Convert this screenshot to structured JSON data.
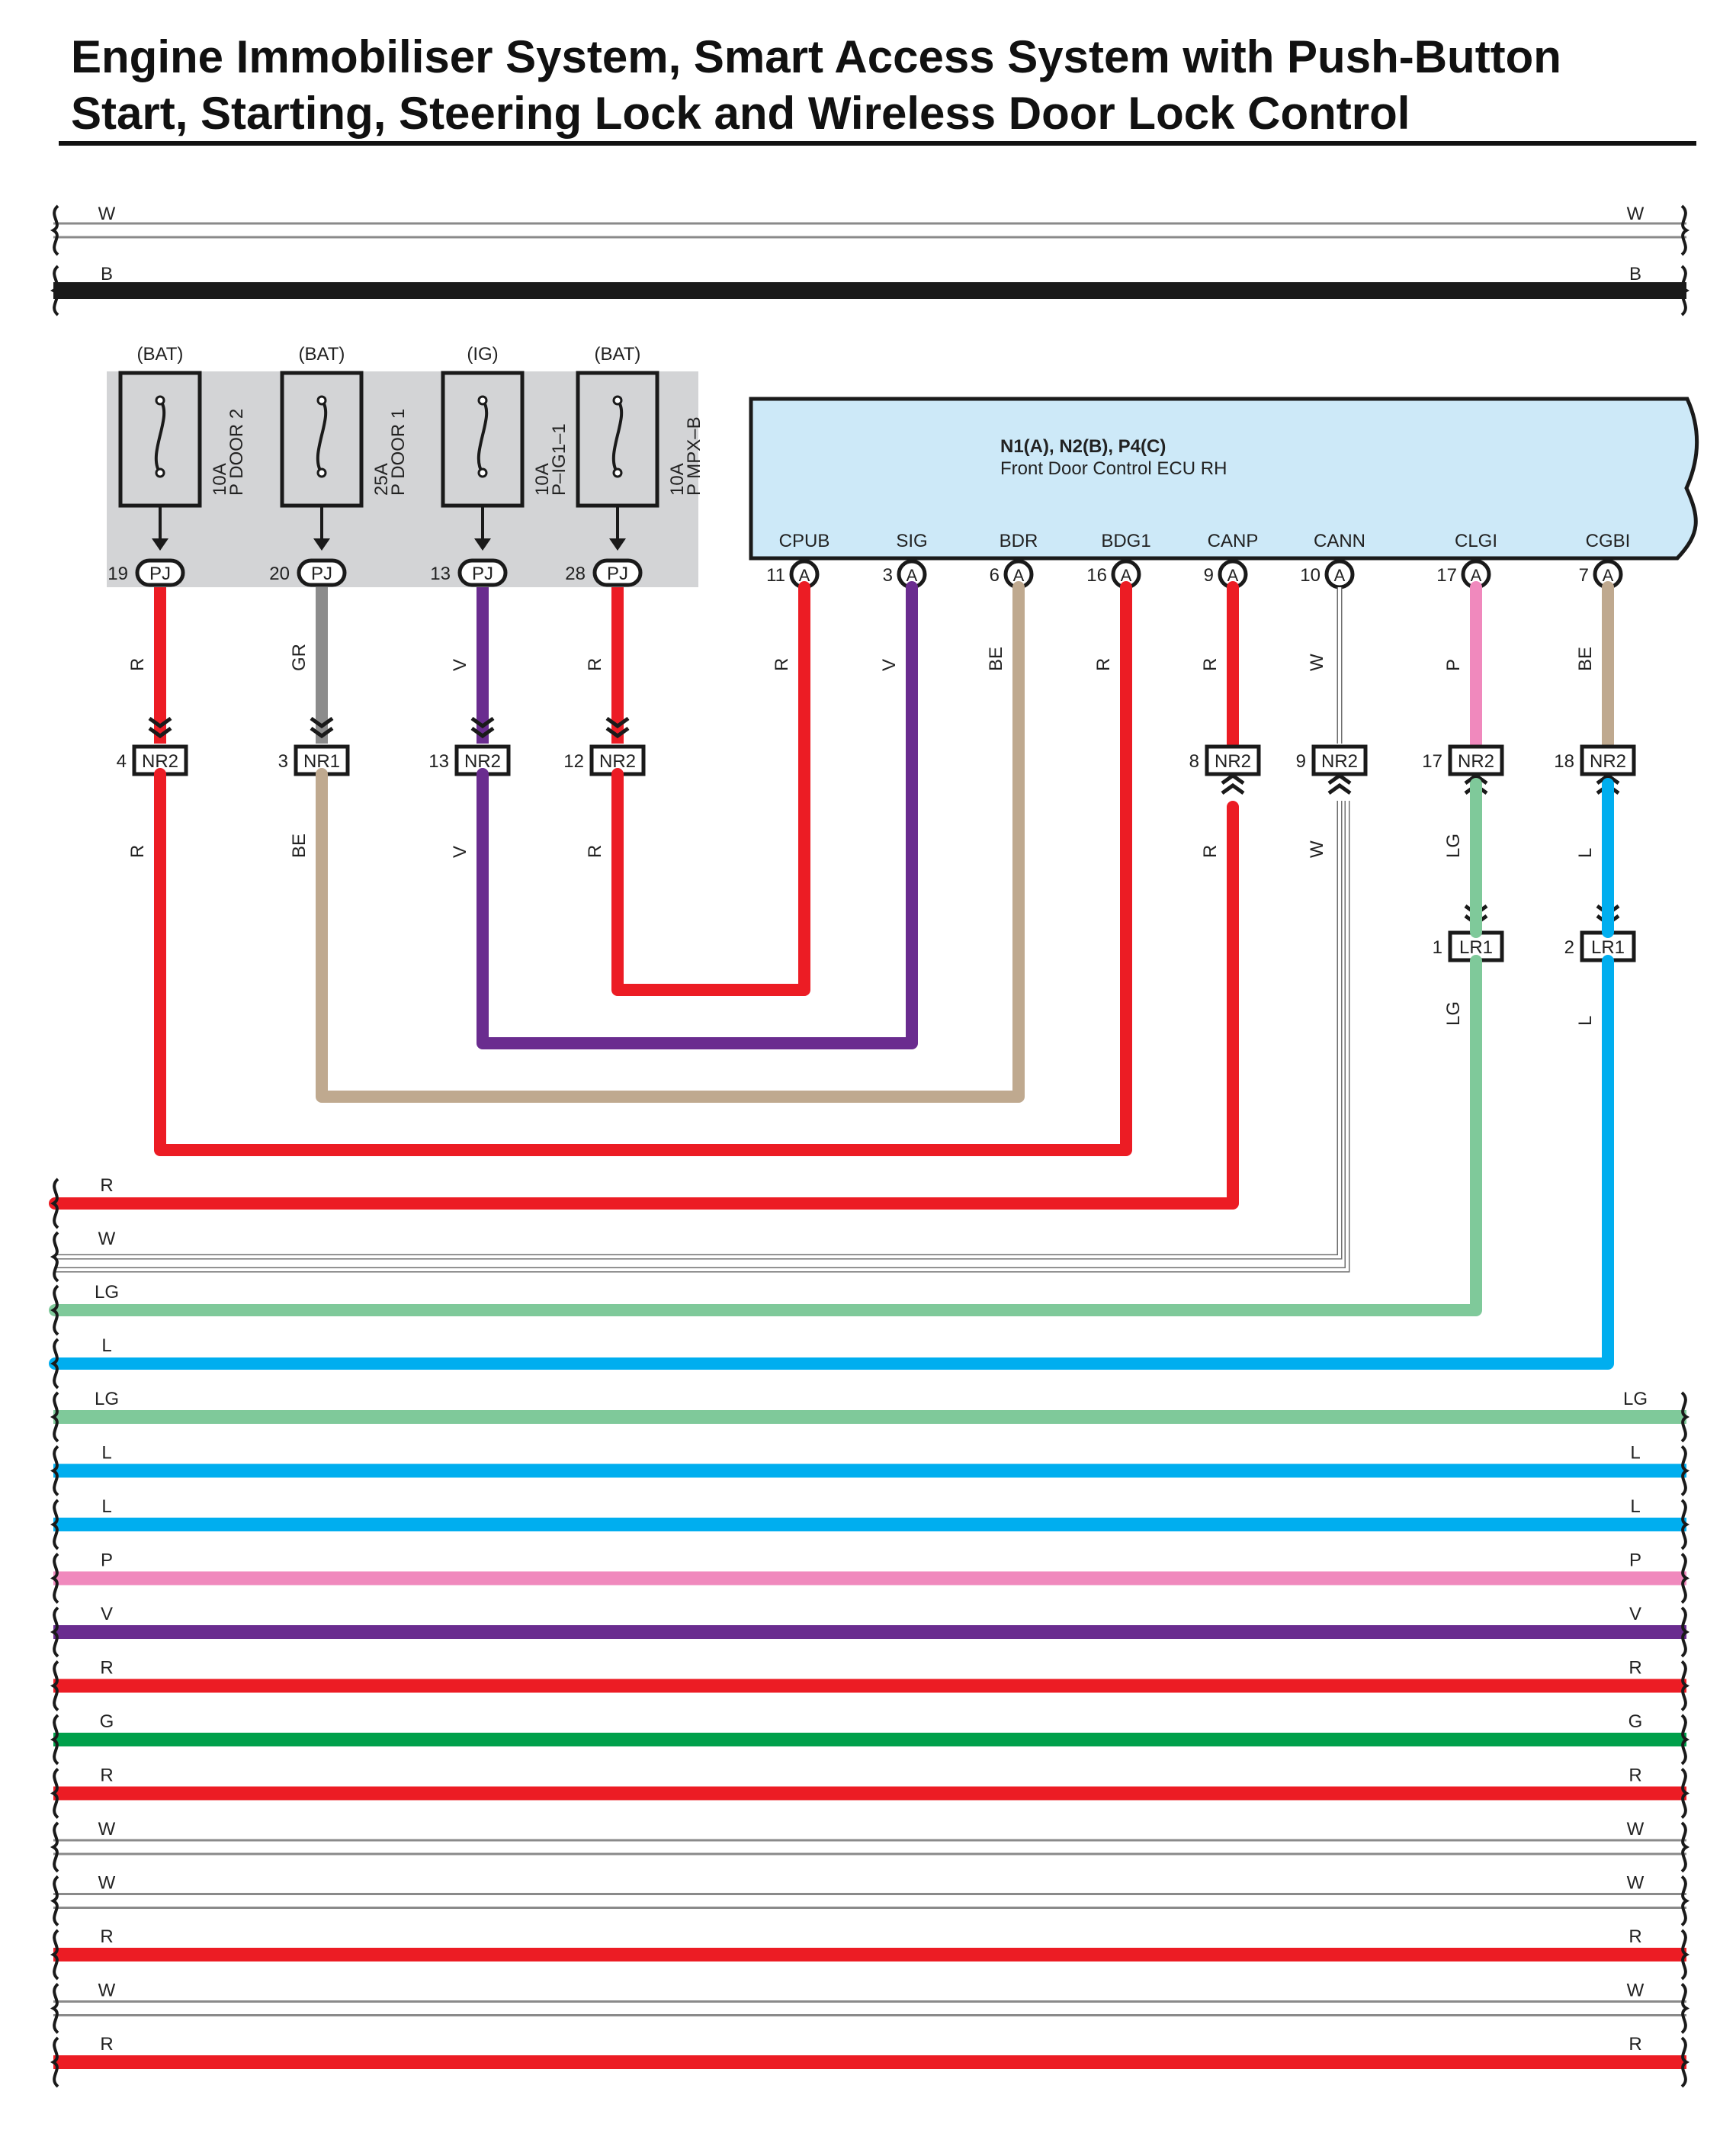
{
  "title": {
    "line1": "Engine Immobiliser System, Smart Access System with Push-Button",
    "line2": "Start, Starting, Steering Lock and Wireless Door Lock Control"
  },
  "colors": {
    "R": "#ec1c24",
    "W": "#ffffff",
    "B": "#1a1a1a",
    "GR": "#8c8c8c",
    "V": "#6a2c8f",
    "BE": "#bfa98f",
    "P": "#f089bd",
    "LG": "#7fc99a",
    "L": "#00aeef",
    "G": "#00a04b",
    "ecu_fill": "#cde9f8",
    "fuse_box_fill": "#d3d4d6"
  },
  "top_buses": [
    {
      "label": "W",
      "color": "W"
    },
    {
      "label": "B",
      "color": "B"
    }
  ],
  "fuses": [
    {
      "source": "(BAT)",
      "rating": "10A",
      "name": "P DOOR 2",
      "pin": "19",
      "connector": "PJ",
      "wire_upper": "R",
      "color": "R",
      "inline_pin": "4",
      "inline_connector": "NR2",
      "wire_lower": "R",
      "lower_color": "R"
    },
    {
      "source": "(BAT)",
      "rating": "25A",
      "name": "P DOOR 1",
      "pin": "20",
      "connector": "PJ",
      "wire_upper": "GR",
      "color": "GR",
      "inline_pin": "3",
      "inline_connector": "NR1",
      "wire_lower": "BE",
      "lower_color": "BE"
    },
    {
      "source": "(IG)",
      "rating": "10A",
      "name": "P–IG1–1",
      "pin": "13",
      "connector": "PJ",
      "wire_upper": "V",
      "color": "V",
      "inline_pin": "13",
      "inline_connector": "NR2",
      "wire_lower": "V",
      "lower_color": "V"
    },
    {
      "source": "(BAT)",
      "rating": "10A",
      "name": "P MPX–B",
      "pin": "28",
      "connector": "PJ",
      "wire_upper": "R",
      "color": "R",
      "inline_pin": "12",
      "inline_connector": "NR2",
      "wire_lower": "R",
      "lower_color": "R"
    }
  ],
  "ecu": {
    "title": "N1(A), N2(B), P4(C)",
    "subtitle": "Front Door Control ECU RH",
    "terminals": [
      {
        "name": "CPUB",
        "pin": "11",
        "connector": "A",
        "wire": "R"
      },
      {
        "name": "SIG",
        "pin": "3",
        "connector": "A",
        "wire": "V"
      },
      {
        "name": "BDR",
        "pin": "6",
        "connector": "A",
        "wire": "BE"
      },
      {
        "name": "BDG1",
        "pin": "16",
        "connector": "A",
        "wire": "R"
      },
      {
        "name": "CANP",
        "pin": "9",
        "connector": "A",
        "wire": "R",
        "inline_pin": "8",
        "inline_connector": "NR2",
        "wire_lower": "R"
      },
      {
        "name": "CANN",
        "pin": "10",
        "connector": "A",
        "wire": "W",
        "inline_pin": "9",
        "inline_connector": "NR2",
        "wire_lower": "W"
      },
      {
        "name": "CLGI",
        "pin": "17",
        "connector": "A",
        "wire": "P",
        "inline_pin": "17",
        "inline_connector": "NR2",
        "wire_lower": "LG",
        "second_pin": "1",
        "second_connector": "LR1",
        "wire_second": "LG"
      },
      {
        "name": "CGBI",
        "pin": "7",
        "connector": "A",
        "wire": "BE",
        "inline_pin": "18",
        "inline_connector": "NR2",
        "wire_lower": "L",
        "second_pin": "2",
        "second_connector": "LR1",
        "wire_second": "L"
      }
    ]
  },
  "left_buses": [
    {
      "label": "R",
      "color": "R"
    },
    {
      "label": "W",
      "color": "W"
    },
    {
      "label": "LG",
      "color": "LG"
    },
    {
      "label": "L",
      "color": "L"
    }
  ],
  "full_buses": [
    {
      "label": "LG",
      "color": "LG"
    },
    {
      "label": "L",
      "color": "L"
    },
    {
      "label": "L",
      "color": "L"
    },
    {
      "label": "P",
      "color": "P"
    },
    {
      "label": "V",
      "color": "V"
    },
    {
      "label": "R",
      "color": "R"
    },
    {
      "label": "G",
      "color": "G"
    },
    {
      "label": "R",
      "color": "R"
    },
    {
      "label": "W",
      "color": "W"
    },
    {
      "label": "W",
      "color": "W"
    },
    {
      "label": "R",
      "color": "R"
    },
    {
      "label": "W",
      "color": "W"
    },
    {
      "label": "R",
      "color": "R"
    }
  ]
}
